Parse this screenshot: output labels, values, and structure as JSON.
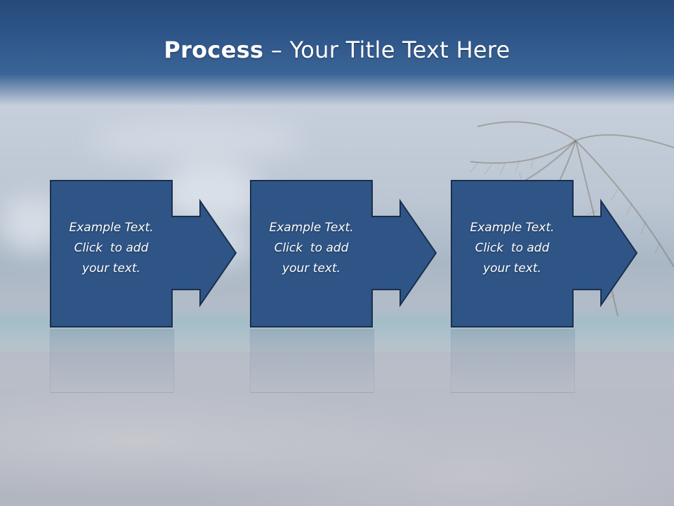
{
  "title": {
    "bold": "Process",
    "rest": " – Your Title Text Here"
  },
  "steps": [
    {
      "line1": "Example Text.",
      "line2": "Click  to add",
      "line3": "your text."
    },
    {
      "line1": "Example Text.",
      "line2": "Click  to add",
      "line3": "your text."
    },
    {
      "line1": "Example Text.",
      "line2": "Click  to add",
      "line3": "your text."
    }
  ],
  "colors": {
    "box_fill": "#2f5587",
    "box_border": "#1a2f4d",
    "title_bar": "#2f5689"
  }
}
